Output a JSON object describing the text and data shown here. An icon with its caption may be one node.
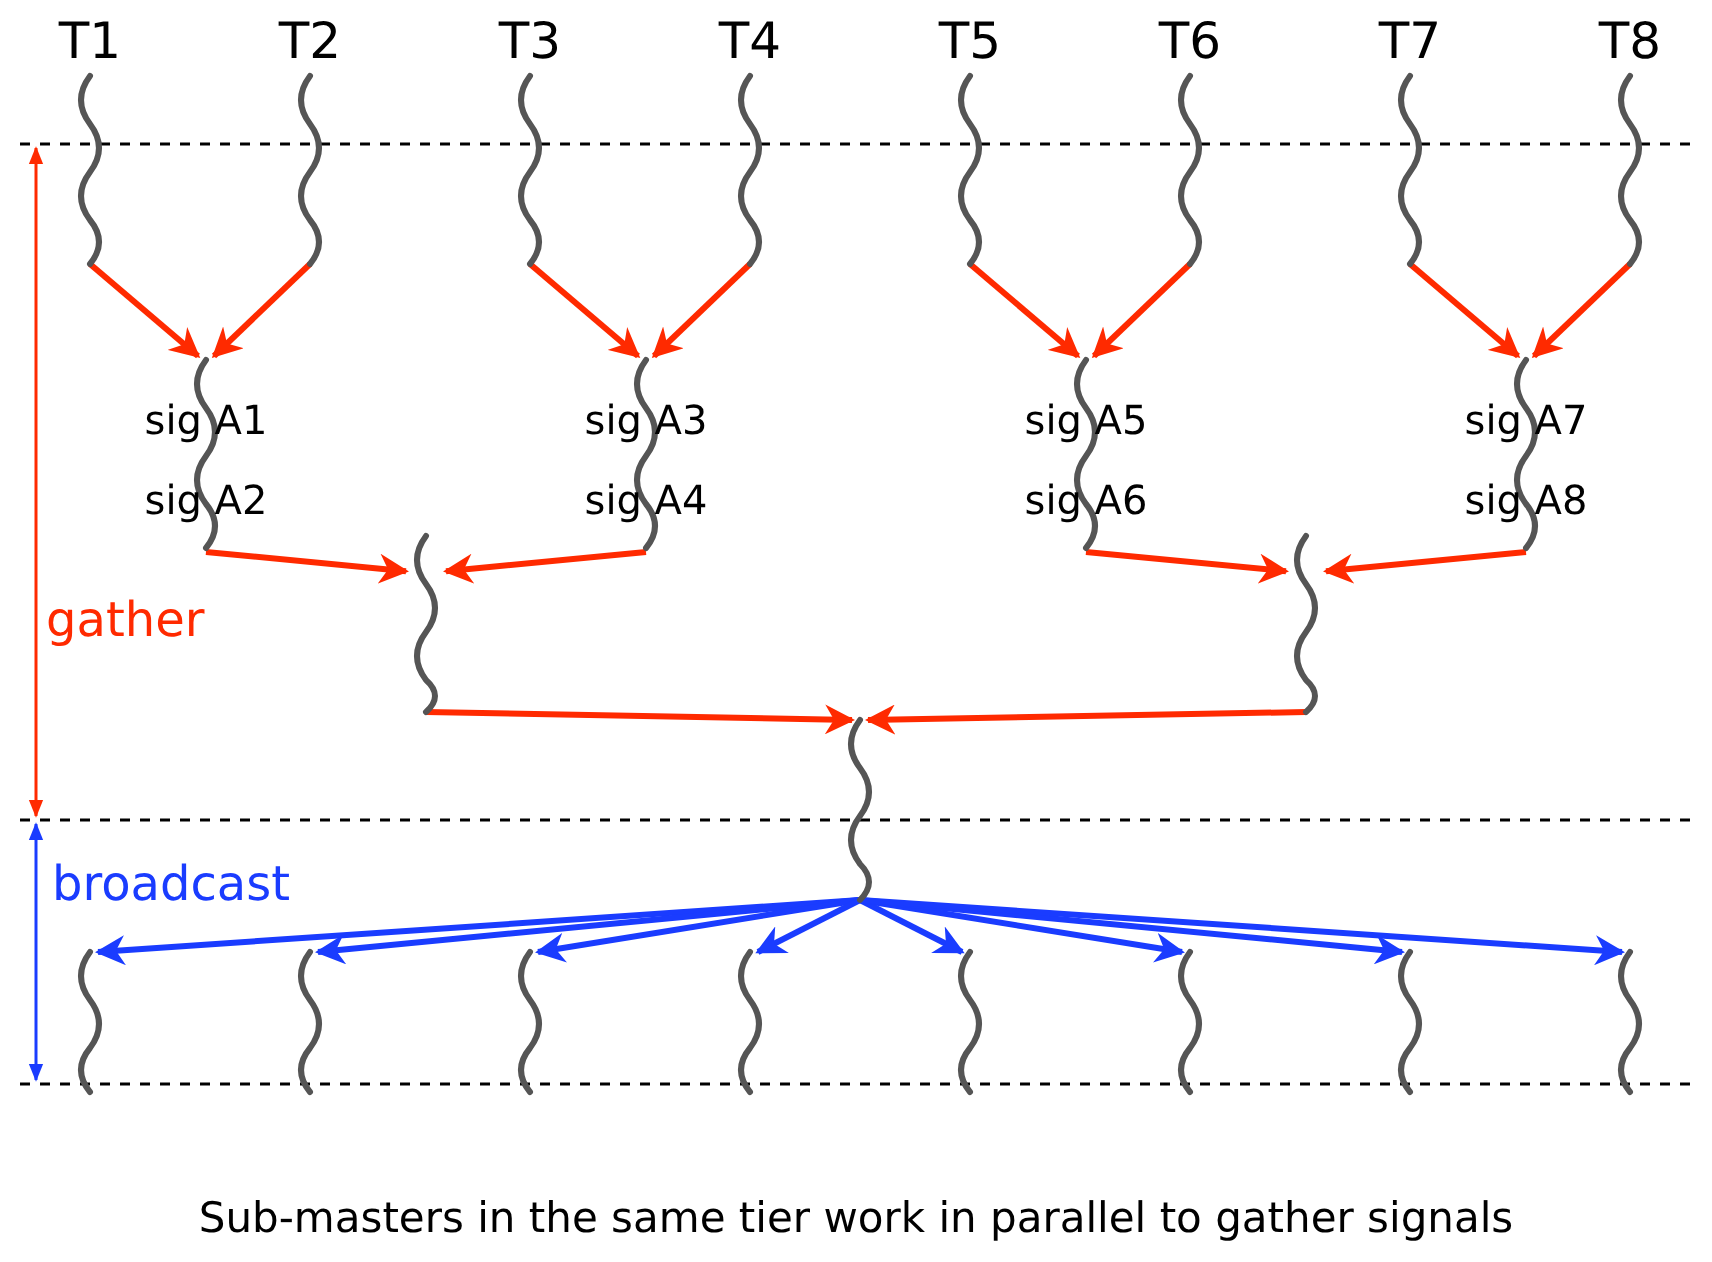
{
  "diagram": {
    "caption": "Sub-masters in the same tier work in parallel to gather signals",
    "nodes": [
      {
        "text": [
          "T1"
        ]
      },
      {
        "text": [
          "T2"
        ]
      },
      {
        "text": [
          "T3"
        ]
      },
      {
        "text": [
          "T4"
        ]
      },
      {
        "text": [
          "T5"
        ]
      },
      {
        "text": [
          "T6"
        ]
      },
      {
        "text": [
          "T7"
        ]
      },
      {
        "text": [
          "T8"
        ]
      },
      {
        "text": [
          "sig A1",
          "sig A2"
        ]
      },
      {
        "text": [
          "sig A3",
          "sig A4"
        ]
      },
      {
        "text": [
          "sig A5",
          "sig A6"
        ]
      },
      {
        "text": [
          "sig A7",
          "sig A8"
        ]
      },
      {
        "text": [],
        "shape": "wave"
      },
      {
        "text": [],
        "shape": "wave"
      },
      {
        "text": [],
        "shape": "wave"
      },
      {
        "text": [],
        "shape": "wave"
      },
      {
        "text": [],
        "shape": "wave"
      },
      {
        "text": [],
        "shape": "wave"
      },
      {
        "text": [],
        "shape": "wave"
      },
      {
        "text": [],
        "shape": "wave"
      },
      {
        "text": [],
        "shape": "wave"
      },
      {
        "text": [],
        "shape": "wave"
      },
      {
        "text": [],
        "shape": "wave"
      }
    ],
    "edges": [
      {
        "from": 0,
        "to": 8,
        "arrow": "to"
      },
      {
        "from": 1,
        "to": 8,
        "arrow": "to"
      },
      {
        "from": 2,
        "to": 9,
        "arrow": "to"
      },
      {
        "from": 3,
        "to": 9,
        "arrow": "to"
      },
      {
        "from": 4,
        "to": 10,
        "arrow": "to"
      },
      {
        "from": 5,
        "to": 10,
        "arrow": "to"
      },
      {
        "from": 6,
        "to": 11,
        "arrow": "to"
      },
      {
        "from": 7,
        "to": 11,
        "arrow": "to"
      },
      {
        "from": 8,
        "to": 12,
        "arrow": "to"
      },
      {
        "from": 9,
        "to": 12,
        "arrow": "to"
      },
      {
        "from": 10,
        "to": 13,
        "arrow": "to"
      },
      {
        "from": 11,
        "to": 13,
        "arrow": "to"
      },
      {
        "from": 12,
        "to": 14,
        "arrow": "to"
      },
      {
        "from": 13,
        "to": 14,
        "arrow": "to"
      },
      {
        "from": 14,
        "to": 15,
        "arrow": "to",
        "color": "#1a3cff"
      },
      {
        "from": 14,
        "to": 16,
        "arrow": "to",
        "color": "#1a3cff"
      },
      {
        "from": 14,
        "to": 17,
        "arrow": "to",
        "color": "#1a3cff"
      },
      {
        "from": 14,
        "to": 18,
        "arrow": "to",
        "color": "#1a3cff"
      },
      {
        "from": 14,
        "to": 19,
        "arrow": "to",
        "color": "#1a3cff"
      },
      {
        "from": 14,
        "to": 20,
        "arrow": "to",
        "color": "#1a3cff"
      },
      {
        "from": 14,
        "to": 21,
        "arrow": "to",
        "color": "#1a3cff"
      },
      {
        "from": 14,
        "to": 22,
        "arrow": "to",
        "color": "#1a3cff"
      }
    ],
    "labels": [
      "gather",
      "broadcast"
    ]
  }
}
